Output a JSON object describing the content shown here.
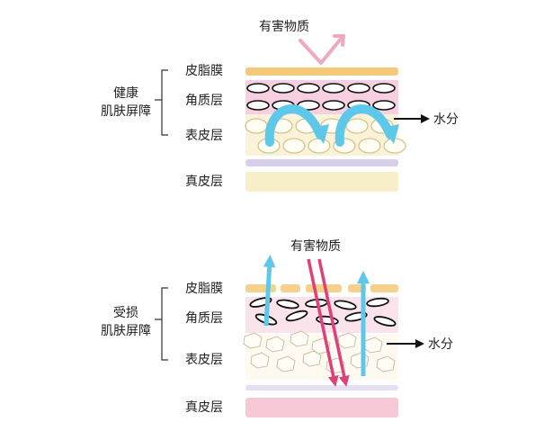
{
  "healthy": {
    "group_label_line1": "健康",
    "group_label_line2": "肌肤屏障",
    "harmful_label": "有害物质",
    "water_label": "水分",
    "layers": [
      "皮脂膜",
      "角质层",
      "表皮层",
      "真皮层"
    ]
  },
  "damaged": {
    "group_label_line1": "受损",
    "group_label_line2": "肌肤屏障",
    "harmful_label": "有害物质",
    "water_label": "水分",
    "layers": [
      "皮脂膜",
      "角质层",
      "表皮层",
      "真皮层"
    ]
  },
  "colors": {
    "sebum": "#f5c97a",
    "horny_bg": "#f6cfe0",
    "epidermis_bg": "#fbf3d9",
    "purple_band": "#d9cdee",
    "dermis_healthy": "#f6efc9",
    "dermis_damaged": "#f7c9d6",
    "water_arrow": "#5ec8ea",
    "harmful_arrow": "#e0407a",
    "harmful_arrow_light": "#f1a7c0"
  }
}
